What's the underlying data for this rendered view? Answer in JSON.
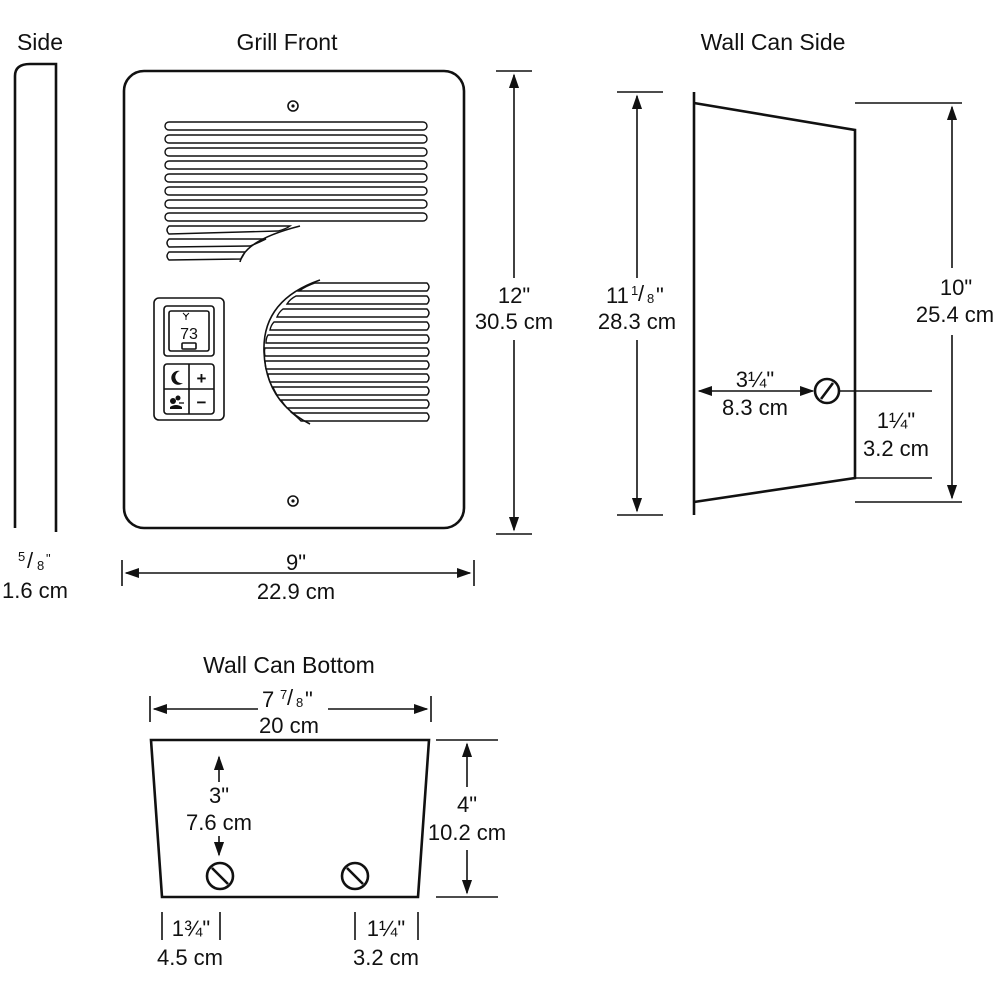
{
  "views": {
    "side": {
      "title": "Side",
      "dim_in_whole": "",
      "dim_in_num": "5",
      "dim_in_den": "8",
      "dim_in_unit": "\"",
      "dim_cm": "1.6 cm"
    },
    "grill_front": {
      "title": "Grill Front",
      "width_in": "9\"",
      "width_cm": "22.9 cm",
      "height_in": "12\"",
      "height_cm": "30.5 cm",
      "display": {
        "temperature": "73",
        "icons": [
          "fan-icon",
          "moon-icon",
          "heater-icon",
          "plus-icon",
          "minus-icon"
        ]
      },
      "buttons": {
        "plus": "+",
        "minus": "−"
      }
    },
    "wall_can_side": {
      "title": "Wall Can Side",
      "height_in_whole": "11",
      "height_in_num": "1",
      "height_in_den": "8",
      "height_in_unit": "\"",
      "height_cm": "28.3 cm",
      "depth_in": "3¼\"",
      "depth_cm": "8.3 cm",
      "screw_offset_in": "1¼\"",
      "screw_offset_cm": "3.2 cm",
      "inner_height_in": "10\"",
      "inner_height_cm": "25.4 cm"
    },
    "wall_can_bottom": {
      "title": "Wall Can Bottom",
      "width_in_whole": "7",
      "width_in_num": "7",
      "width_in_den": "8",
      "width_in_unit": "\"",
      "width_cm": "20 cm",
      "depth_in": "4\"",
      "depth_cm": "10.2 cm",
      "screw_depth_in": "3\"",
      "screw_depth_cm": "7.6 cm",
      "left_screw_in": "1¾\"",
      "left_screw_cm": "4.5 cm",
      "right_screw_in": "1¼\"",
      "right_screw_cm": "3.2 cm"
    }
  }
}
